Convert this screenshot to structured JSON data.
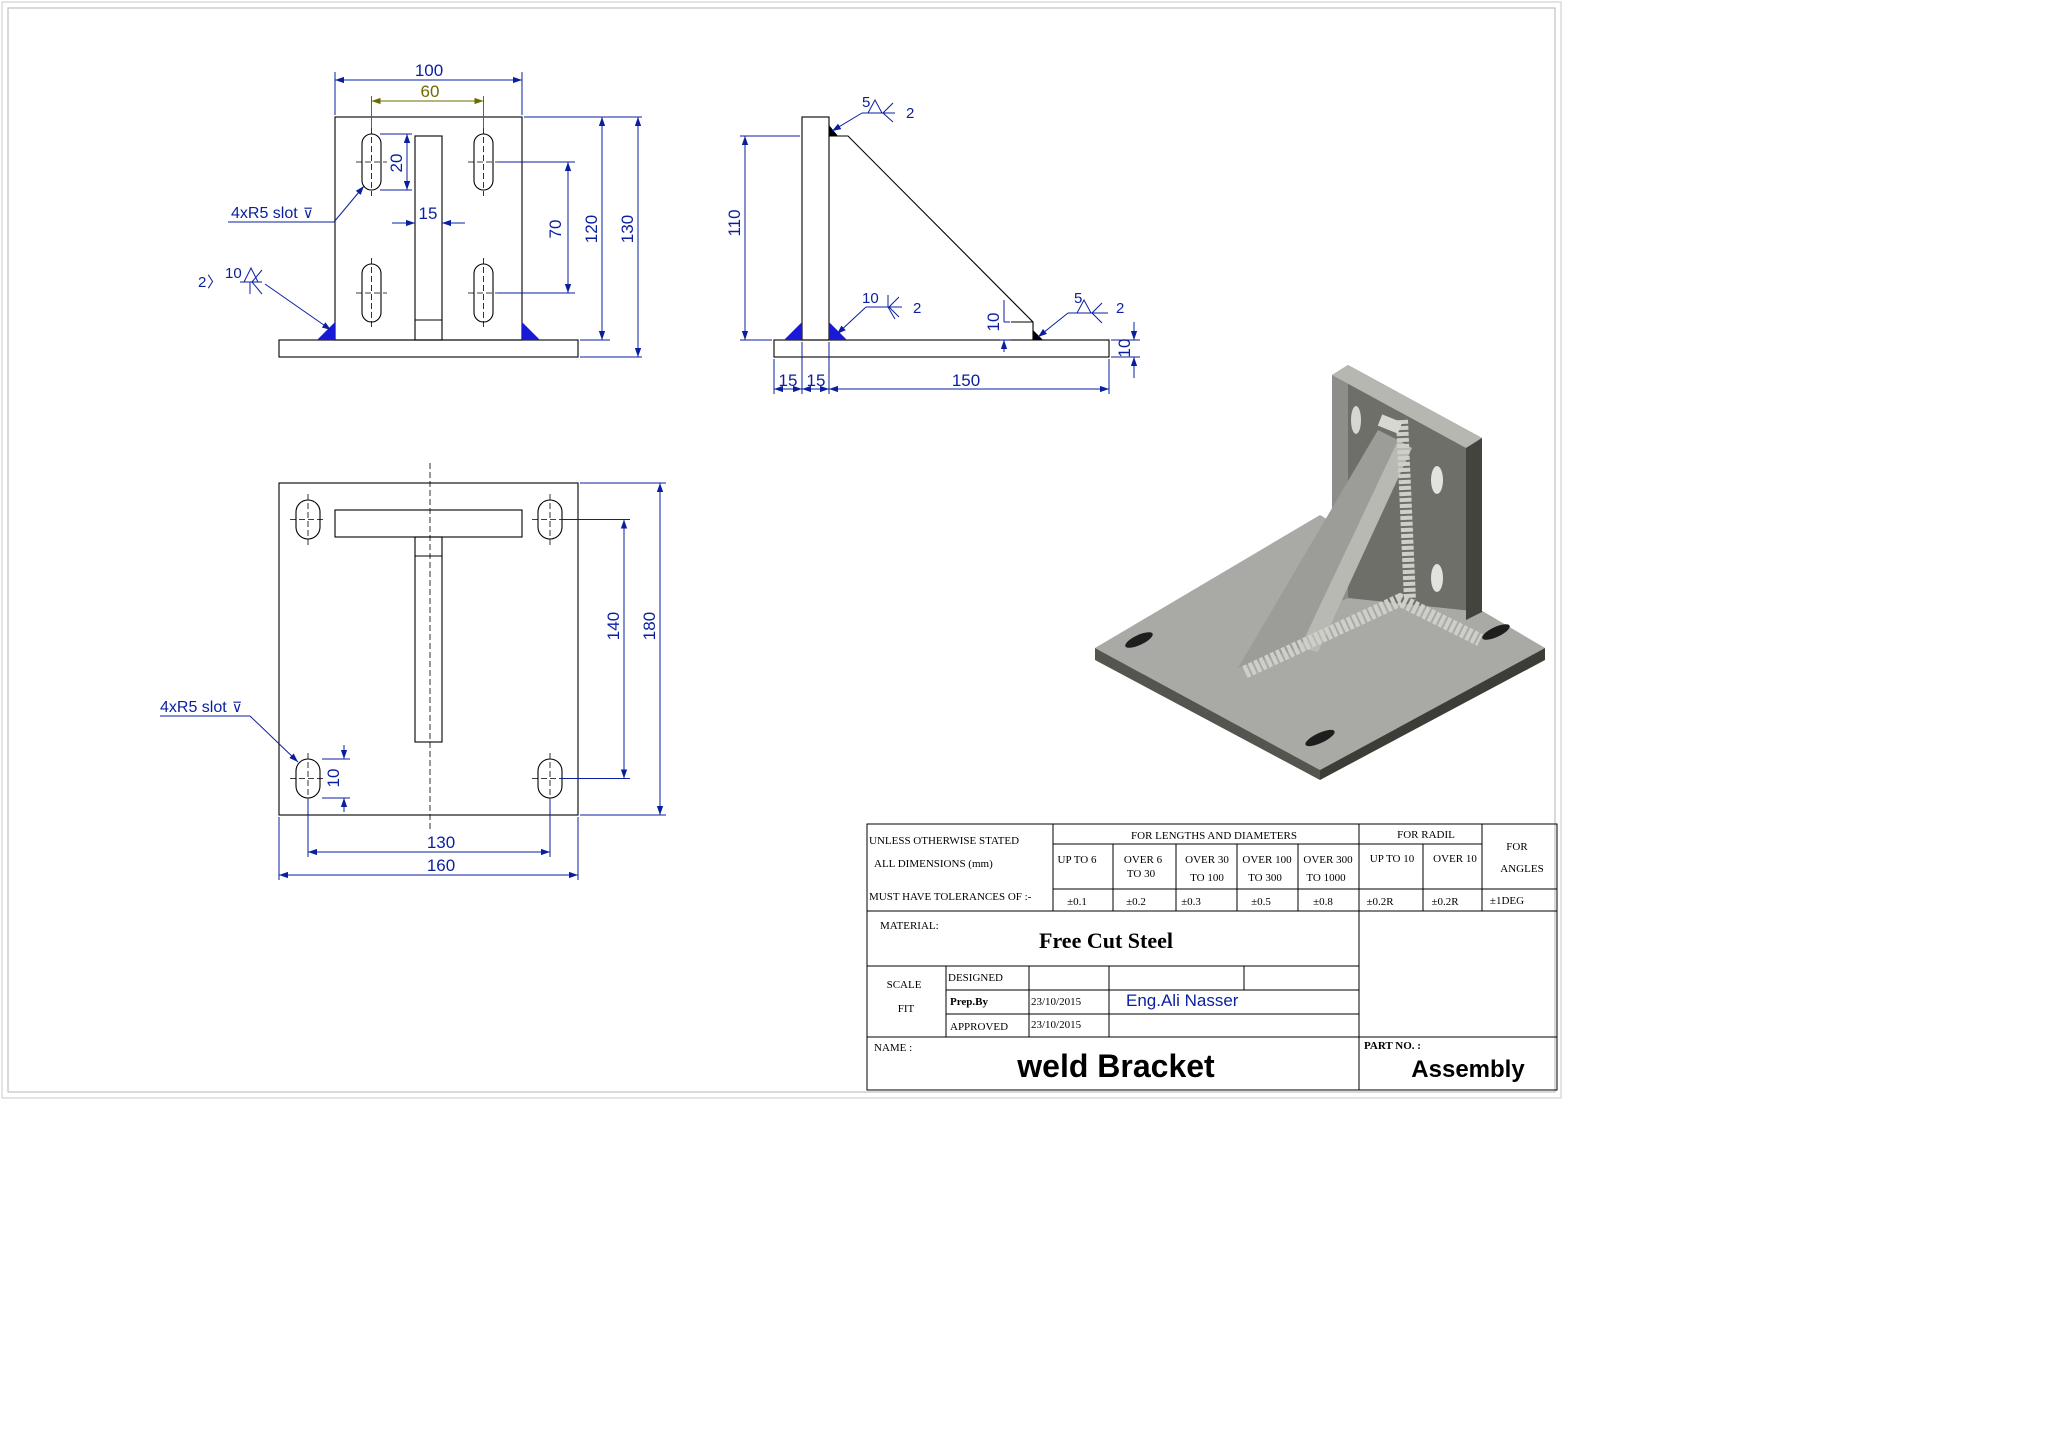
{
  "colors": {
    "line": "#000000",
    "dimension": "#0a1fa0",
    "weld_fill": "#1a1ad6",
    "dimension_alt": "#6b6b00",
    "render_face": "#a7a7a3"
  },
  "front_view": {
    "dim_overall_width": "100",
    "dim_slot_spacing": "60",
    "dim_slot_length": "20",
    "dim_rib_width": "15",
    "dim_slot_vertical": "70",
    "dim_height_120": "120",
    "dim_height_130": "130",
    "slot_callout": "4xR5 slot",
    "weld_size": "10",
    "weld_count": "2"
  },
  "side_view": {
    "top_weld_size": "5",
    "top_weld_count": "2",
    "dim_110": "110",
    "mid_weld_size": "10",
    "mid_weld_count": "2",
    "right_weld_size": "5",
    "right_weld_count": "2",
    "dim_gusset_10": "10",
    "dim_plate_10": "10",
    "dim_15a": "15",
    "dim_15b": "15",
    "dim_150": "150"
  },
  "top_view": {
    "slot_callout": "4xR5 slot",
    "dim_slot_10": "10",
    "dim_140": "140",
    "dim_180": "180",
    "dim_130": "130",
    "dim_160": "160"
  },
  "title_block": {
    "general_note_1": "UNLESS OTHERWISE STATED",
    "general_note_2": "ALL  DIMENSIONS  (mm)",
    "general_note_3": "MUST HAVE TOLERANCES OF :-",
    "header_lengths": "FOR LENGTHS AND DIAMETERS",
    "header_radii": "FOR RADIL",
    "header_angles_1": "FOR",
    "header_angles_2": "ANGLES",
    "ranges": [
      {
        "l1": "UP TO 6",
        "l2": ""
      },
      {
        "l1": "OVER 6",
        "l2": "TO 30"
      },
      {
        "l1": "OVER 30",
        "l2": "TO 100"
      },
      {
        "l1": "OVER 100",
        "l2": "TO 300"
      },
      {
        "l1": "OVER 300",
        "l2": "TO 1000"
      },
      {
        "l1": "UP TO 10",
        "l2": ""
      },
      {
        "l1": "OVER 10",
        "l2": ""
      }
    ],
    "tolerances": [
      "±0.1",
      "±0.2",
      "±0.3",
      "±0.5",
      "±0.8",
      "±0.2R",
      "±0.2R",
      "±1DEG"
    ],
    "material_label": "MATERIAL:",
    "material_value": "Free Cut Steel",
    "scale_label": "SCALE",
    "scale_value": "FIT",
    "designed_label": "DESIGNED",
    "prep_label": "Prep.By",
    "prep_date": "23/10/2015",
    "prep_name": "Eng.Ali Nasser",
    "approved_label": "APPROVED",
    "approved_date": "23/10/2015",
    "name_label": "NAME :",
    "name_value": "weld Bracket",
    "part_label": "PART NO. :",
    "part_value": "Assembly"
  }
}
